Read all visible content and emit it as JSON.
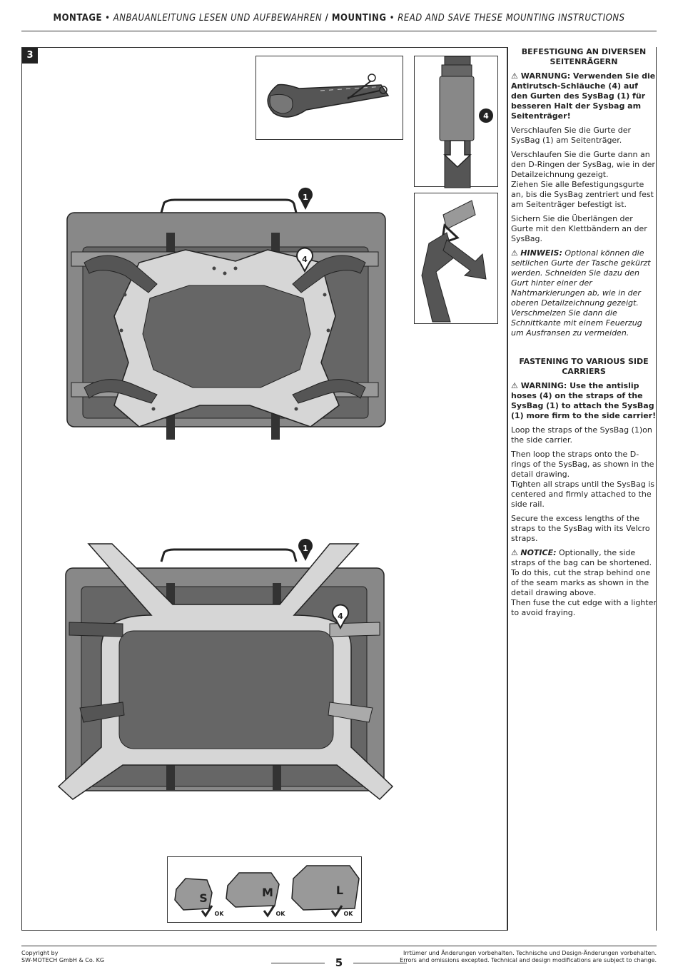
{
  "header": {
    "montage": "MONTAGE",
    "montage_sub": " • ANBAUANLEITUNG LESEN UND AUFBEWAHREN ",
    "slash": "/ ",
    "mounting": "MOUNTING",
    "mounting_sub": " • READ AND SAVE THESE MOUNTING INSTRUCTIONS"
  },
  "step": "3",
  "callouts": {
    "bag": "1",
    "hose": "4"
  },
  "sizes": [
    {
      "label": "S",
      "ok": "OK"
    },
    {
      "label": "M",
      "ok": "OK"
    },
    {
      "label": "L",
      "ok": "OK"
    }
  ],
  "de": {
    "heading": "BEFESTIGUNG AN DIVERSEN SEITENRÄGERN",
    "warning": "WARNUNG: Verwenden Sie die Antirutsch-Schläuche (4) auf den Gurten des SysBag (1) für besseren Halt der Sysbag  am Seitenträger!",
    "p1": "Verschlaufen Sie die Gurte der SysBag (1) am Seitenträger.",
    "p2": "Verschlaufen Sie die Gurte dann an den D-Ringen der SysBag, wie in der Detailzeichnung gezeigt.",
    "p3": "Ziehen Sie alle Befestigungsgurte an, bis die SysBag zentriert und fest am Seitenträger befestigt ist.",
    "p4": "Sichern Sie die Überlängen der Gurte mit den Klettbändern an der SysBag.",
    "note_label": "HINWEIS:",
    "note": " Optional können die seitlichen Gurte der Tasche gekürzt werden. Schneiden Sie dazu den Gurt hinter einer der Nahtmarkierungen ab, wie in der oberen Detailzeichnung gezeigt.",
    "note2": "Verschmelzen Sie dann die Schnittkante mit einem Feuerzug um Ausfransen zu vermeiden."
  },
  "en": {
    "heading": "FASTENING TO VARIOUS SIDE CARRIERS",
    "warning": "WARNING: Use the antislip hoses (4) on the straps  of the SysBag (1) to attach the SysBag (1) more firm to the side carrier!",
    "p1": "Loop the straps of the SysBag (1)on the side carrier.",
    "p2": "Then loop the straps onto the D-rings of the SysBag, as shown in the detail drawing.",
    "p3": "Tighten all straps until the SysBag is centered and firmly attached to the side rail.",
    "p4": "Secure the excess lengths of the straps to the SysBag with its Velcro straps.",
    "note_label": "NOTICE:",
    "note": " Optionally, the side straps of the bag can be shortened. To do this, cut the strap behind one of the seam marks as shown in the detail drawing above.",
    "note2": "Then fuse the cut edge with a lighter to avoid fraying."
  },
  "footer": {
    "copyright_1": "Copyright by",
    "copyright_2": "SW-MOTECH GmbH & Co. KG",
    "page": "5",
    "disclaimer_de": "Irrtümer und Änderungen vorbehalten. Technische und Design-Änderungen vorbehalten.",
    "disclaimer_en": "Errors and omissions excepted. Technical and design modifications are subject to change."
  }
}
